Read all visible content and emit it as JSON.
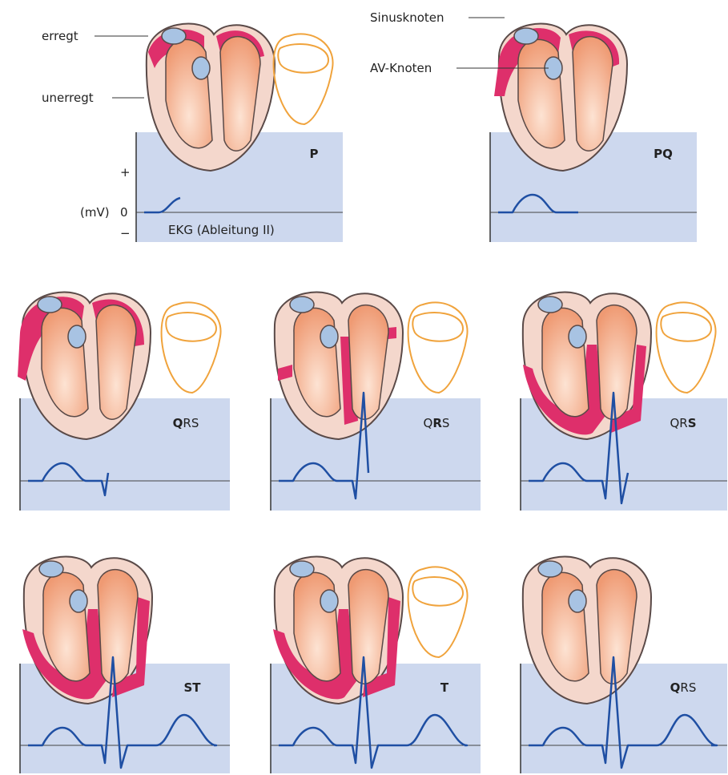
{
  "annotations": {
    "erregt": "erregt",
    "unerregt": "unerregt",
    "sinusknoten": "Sinusknoten",
    "av_knoten": "AV-Knoten",
    "axis_unit": "(mV)",
    "axis_zero": "0",
    "axis_plus": "+",
    "axis_minus": "−",
    "lead_label": "EKG (Ableitung II)"
  },
  "colors": {
    "panel": "#cdd8ee",
    "heart_base": "#f4d7cc",
    "heart_outline": "#5a4a48",
    "chamber": "#f1a27e",
    "excited": "#de2f6b",
    "node": "#a8c3e3",
    "ecg_line": "#1f4fa3",
    "loop": "#f0a33c",
    "arrow": "#111111"
  },
  "panels": [
    {
      "id": "p",
      "label": [
        {
          "t": "P",
          "b": true
        }
      ]
    },
    {
      "id": "pq",
      "label": [
        {
          "t": "PQ",
          "b": true
        }
      ]
    },
    {
      "id": "qrs1",
      "label": [
        {
          "t": "Q",
          "b": true
        },
        {
          "t": "RS",
          "b": false
        }
      ]
    },
    {
      "id": "qrs2",
      "label": [
        {
          "t": "Q",
          "b": false
        },
        {
          "t": "R",
          "b": true
        },
        {
          "t": "S",
          "b": false
        }
      ]
    },
    {
      "id": "qrs3",
      "label": [
        {
          "t": "QR",
          "b": false
        },
        {
          "t": "S",
          "b": true
        }
      ]
    },
    {
      "id": "st",
      "label": [
        {
          "t": "ST",
          "b": true
        }
      ]
    },
    {
      "id": "t",
      "label": [
        {
          "t": "T",
          "b": true
        }
      ]
    },
    {
      "id": "end",
      "label": [
        {
          "t": "Q",
          "b": true
        },
        {
          "t": "RS",
          "b": false
        }
      ]
    }
  ]
}
